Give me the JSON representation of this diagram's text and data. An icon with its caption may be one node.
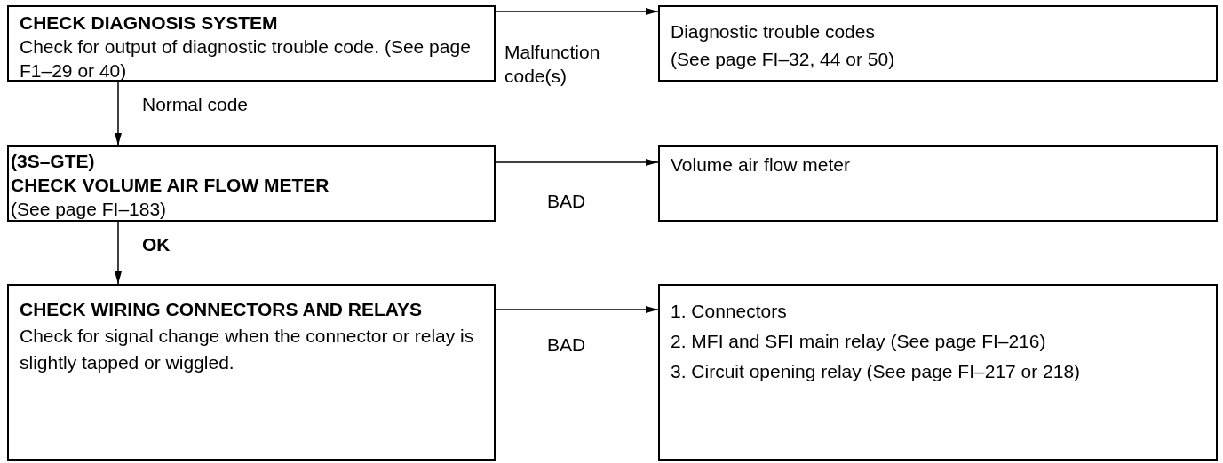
{
  "diagram": {
    "nodes": [
      {
        "text": [
          "CHECK DIAGNOSIS SYSTEM",
          "Check for output of diagnostic trouble code. (See page F1–29 or 40)"
        ]
      },
      {
        "text": [
          "Diagnostic trouble codes",
          "(See page FI–32, 44 or 50)"
        ]
      },
      {
        "text": [
          "(3S–GTE)",
          "CHECK VOLUME AIR FLOW METER",
          "(See page FI–183)"
        ]
      },
      {
        "text": [
          "Volume air flow meter"
        ]
      },
      {
        "text": [
          "CHECK WIRING CONNECTORS AND RELAYS",
          "Check for signal change when the connector or relay is slightly tapped or wiggled."
        ]
      },
      {
        "text": [
          "1. Connectors",
          "2. MFI and SFI main relay (See page FI–216)",
          "3. Circuit opening relay (See page FI–217 or 218)"
        ]
      }
    ],
    "edges": [
      {
        "from": 0,
        "to": 1,
        "arrow": "to",
        "label": "Malfunction code(s)"
      },
      {
        "from": 0,
        "to": 2,
        "arrow": "to",
        "label": "Normal code"
      },
      {
        "from": 2,
        "to": 3,
        "arrow": "to",
        "label": "BAD"
      },
      {
        "from": 2,
        "to": 4,
        "arrow": "to",
        "label": "OK"
      },
      {
        "from": 4,
        "to": 5,
        "arrow": "to",
        "label": "BAD"
      }
    ]
  }
}
